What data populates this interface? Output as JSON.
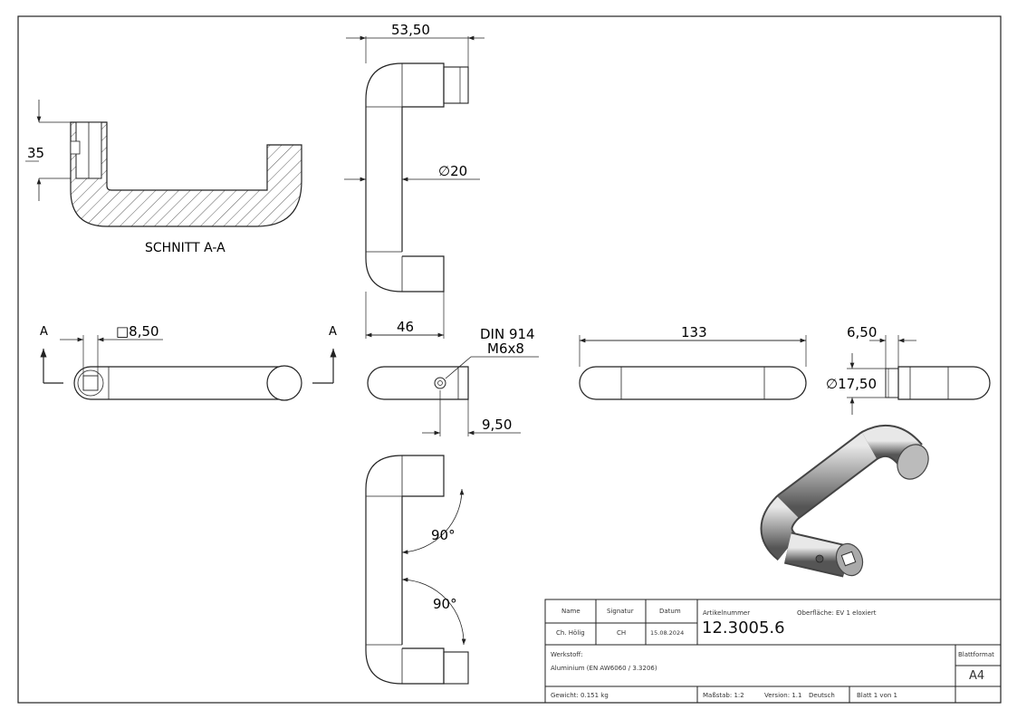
{
  "dimensions": {
    "top_width": "53,50",
    "diameter_handle": "∅20",
    "section_depth": "35",
    "section_label": "SCHNITT A-A",
    "square": "□8,50",
    "section_marker_left": "A",
    "section_marker_right": "A",
    "leg_length": "46",
    "screw_norm": "DIN 914",
    "screw_size": "M6x8",
    "screw_pos": "9,50",
    "total_length": "133",
    "rosette_width": "6,50",
    "rosette_diameter": "∅17,50",
    "angle_top": "90°",
    "angle_bottom": "90°"
  },
  "title_block": {
    "name_header": "Name",
    "signature_header": "Signatur",
    "date_header": "Datum",
    "name_value": "Ch. Hölig",
    "signature_value": "CH",
    "date_value": "15.08.2024",
    "article_label": "Artikelnummer",
    "article_number": "12.3005.6",
    "surface_label": "Oberfläche: EV 1 eloxiert",
    "material_label": "Werkstoff:",
    "material_value": "Aluminium (EN AW6060 / 3.3206)",
    "format_label": "Blattformat",
    "format_value": "A4",
    "weight": "Gewicht: 0.151 kg",
    "scale": "Maßstab: 1:2",
    "version": "Version: 1.1",
    "language": "Deutsch",
    "sheet": "Blatt 1 von 1"
  }
}
